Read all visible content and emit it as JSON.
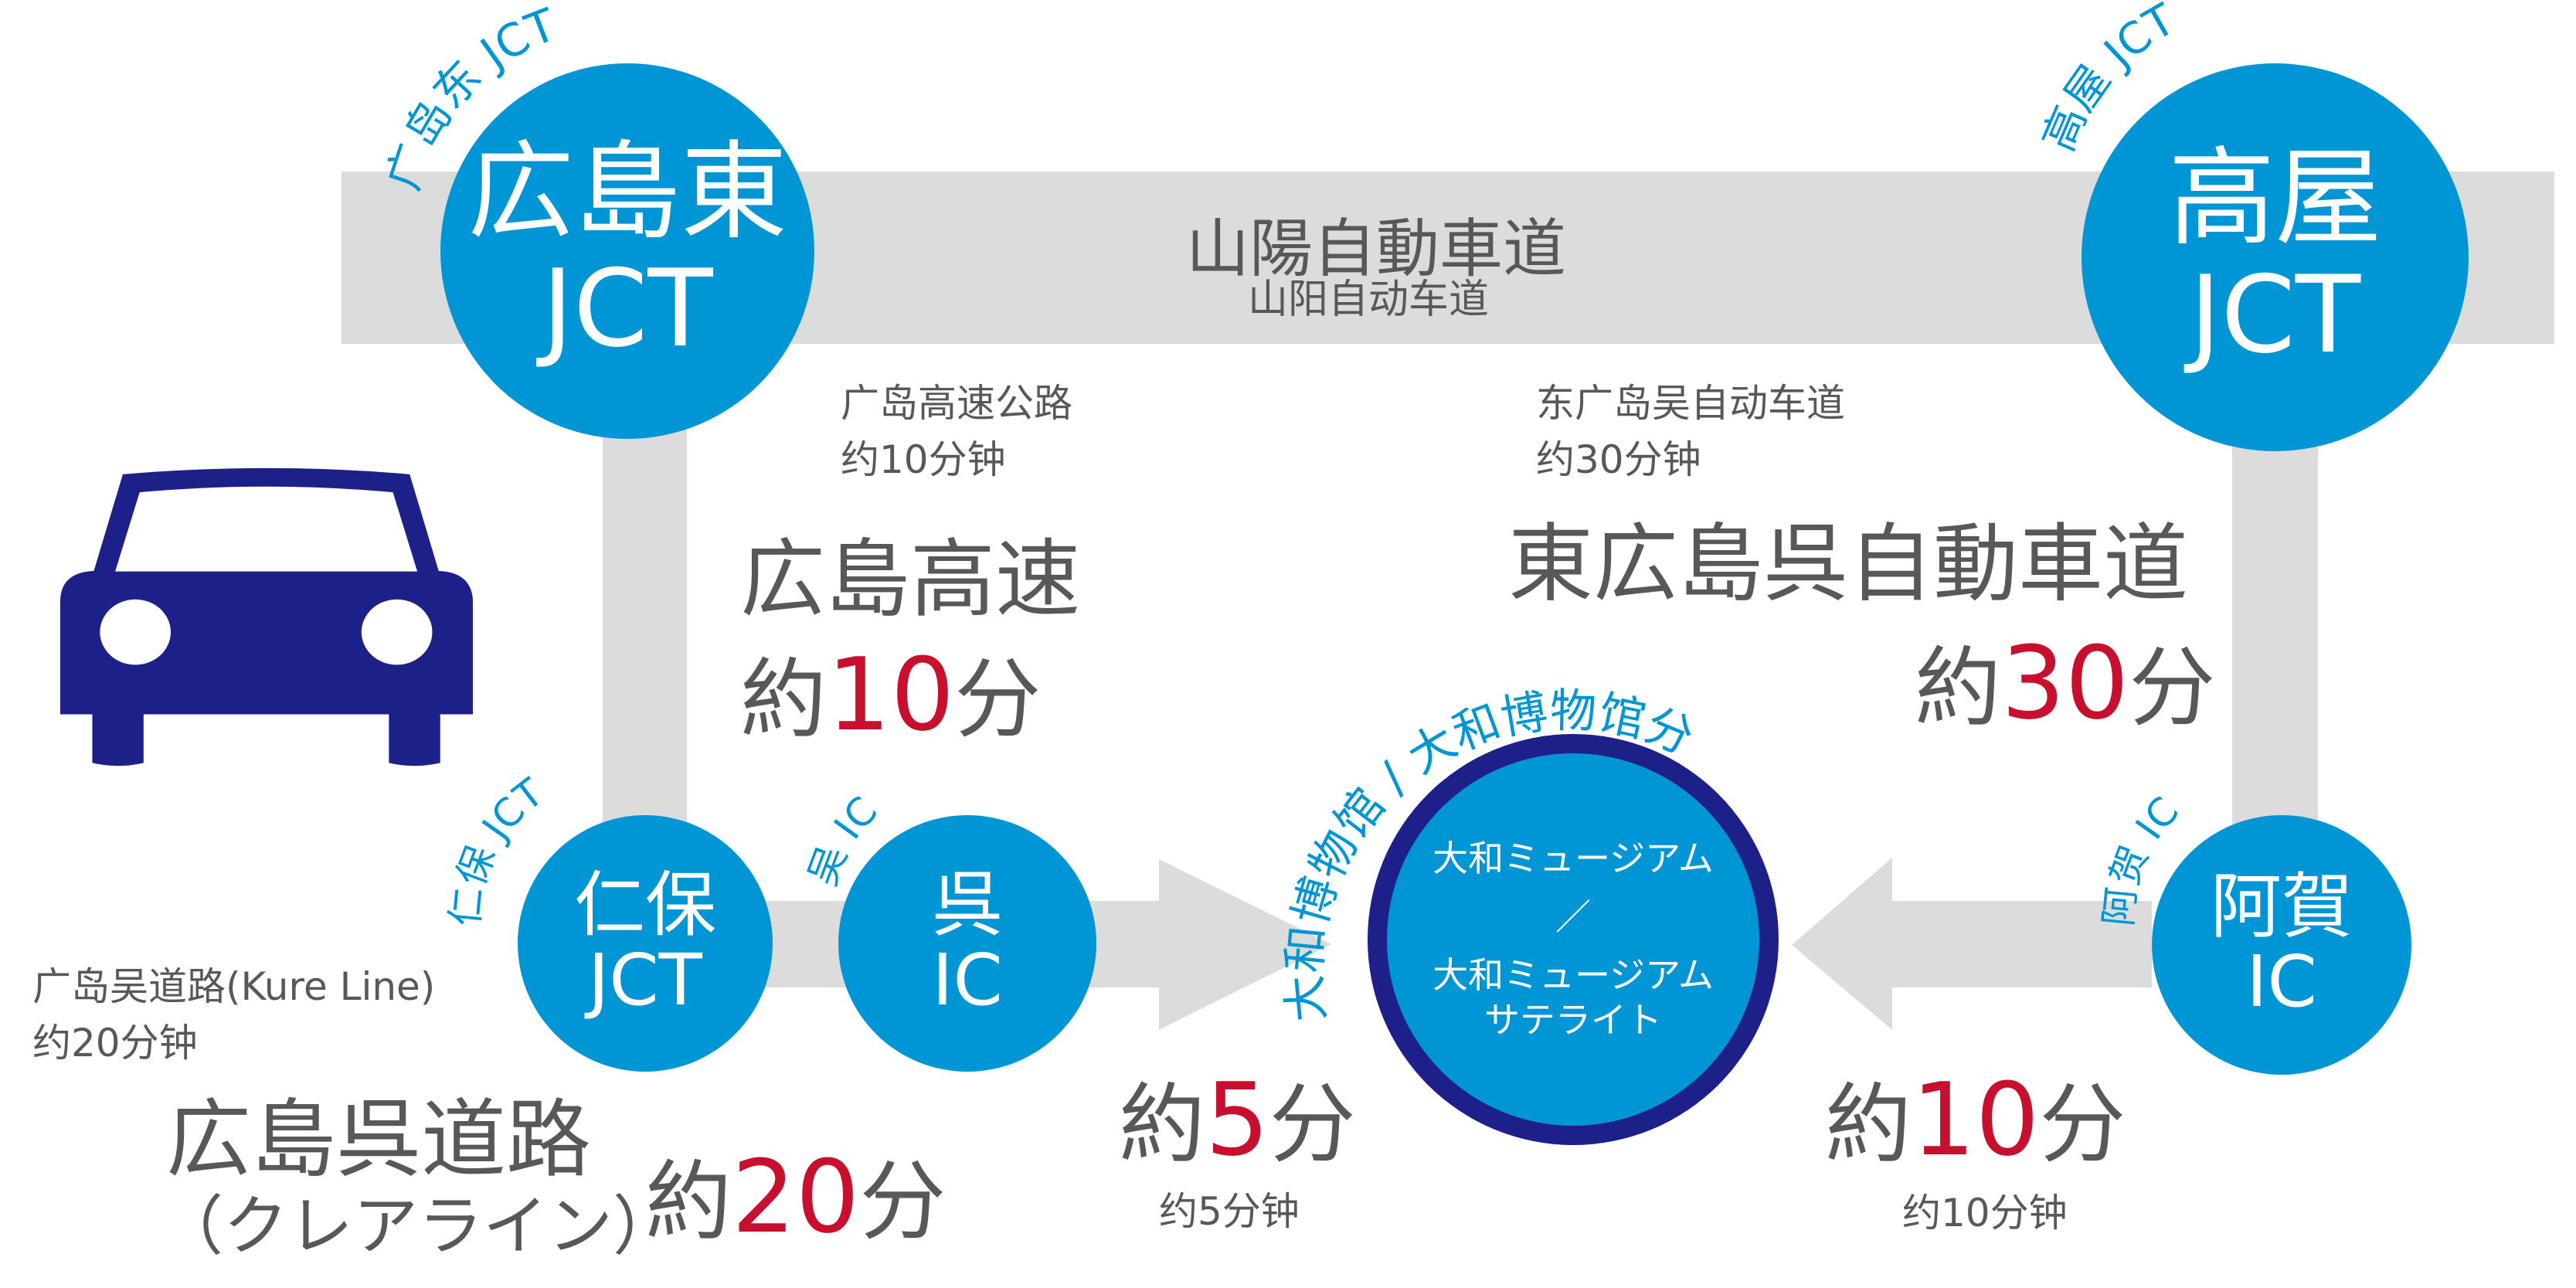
{
  "colors": {
    "node_blue": "#0095d5",
    "navy": "#1d2088",
    "road_gray": "#dcdcdc",
    "text_gray": "#595757",
    "time_red": "#c8102e"
  },
  "nodes": {
    "hiroshima_higashi_jct": {
      "line1": "広島東",
      "line2": "JCT",
      "cn_label": "广岛东 JCT"
    },
    "takaya_jct": {
      "line1": "高屋",
      "line2": "JCT",
      "cn_label": "高屋 JCT"
    },
    "niho_jct": {
      "line1": "仁保",
      "line2": "JCT",
      "cn_label": "仁保 JCT"
    },
    "kure_ic": {
      "line1": "呉",
      "line2": "IC",
      "cn_label": "吴 IC"
    },
    "aga_ic": {
      "line1": "阿賀",
      "line2": "IC",
      "cn_label": "阿贺 IC"
    },
    "museum": {
      "line1": "大和ミュージアム",
      "separator": "／",
      "line2": "大和ミュージアム",
      "line3": "サテライト",
      "cn_label": "大和博物馆 / 大和博物馆分馆"
    }
  },
  "roads": {
    "sanyo": {
      "name_ja": "山陽自動車道",
      "name_cn": "山阳自动车道"
    },
    "hiroshima_expressway": {
      "cn_name": "广岛高速公路",
      "cn_time": "约10分钟",
      "name_ja": "広島高速",
      "time_prefix": "約",
      "time_value": "10",
      "time_unit": "分"
    },
    "higashi_hiroshima_kure": {
      "cn_name": "东广岛吴自动车道",
      "cn_time": "约30分钟",
      "name_ja": "東広島呉自動車道",
      "time_prefix": "約",
      "time_value": "30",
      "time_unit": "分"
    },
    "hiroshima_kure_road": {
      "cn_name": "广岛吴道路(Kure Line)",
      "cn_time": "约20分钟",
      "name_ja": "広島呉道路",
      "name_ja_sub": "（クレアライン）",
      "time_prefix": "約",
      "time_value": "20",
      "time_unit": "分"
    },
    "kure_to_museum": {
      "time_prefix": "約",
      "time_value": "5",
      "time_unit": "分",
      "cn_time": "约5分钟"
    },
    "aga_to_museum": {
      "time_prefix": "約",
      "time_value": "10",
      "time_unit": "分",
      "cn_time": "约10分钟"
    }
  },
  "icons": {
    "car": "car-icon",
    "arrow_right": "arrow-right-icon",
    "arrow_left": "arrow-left-icon"
  }
}
